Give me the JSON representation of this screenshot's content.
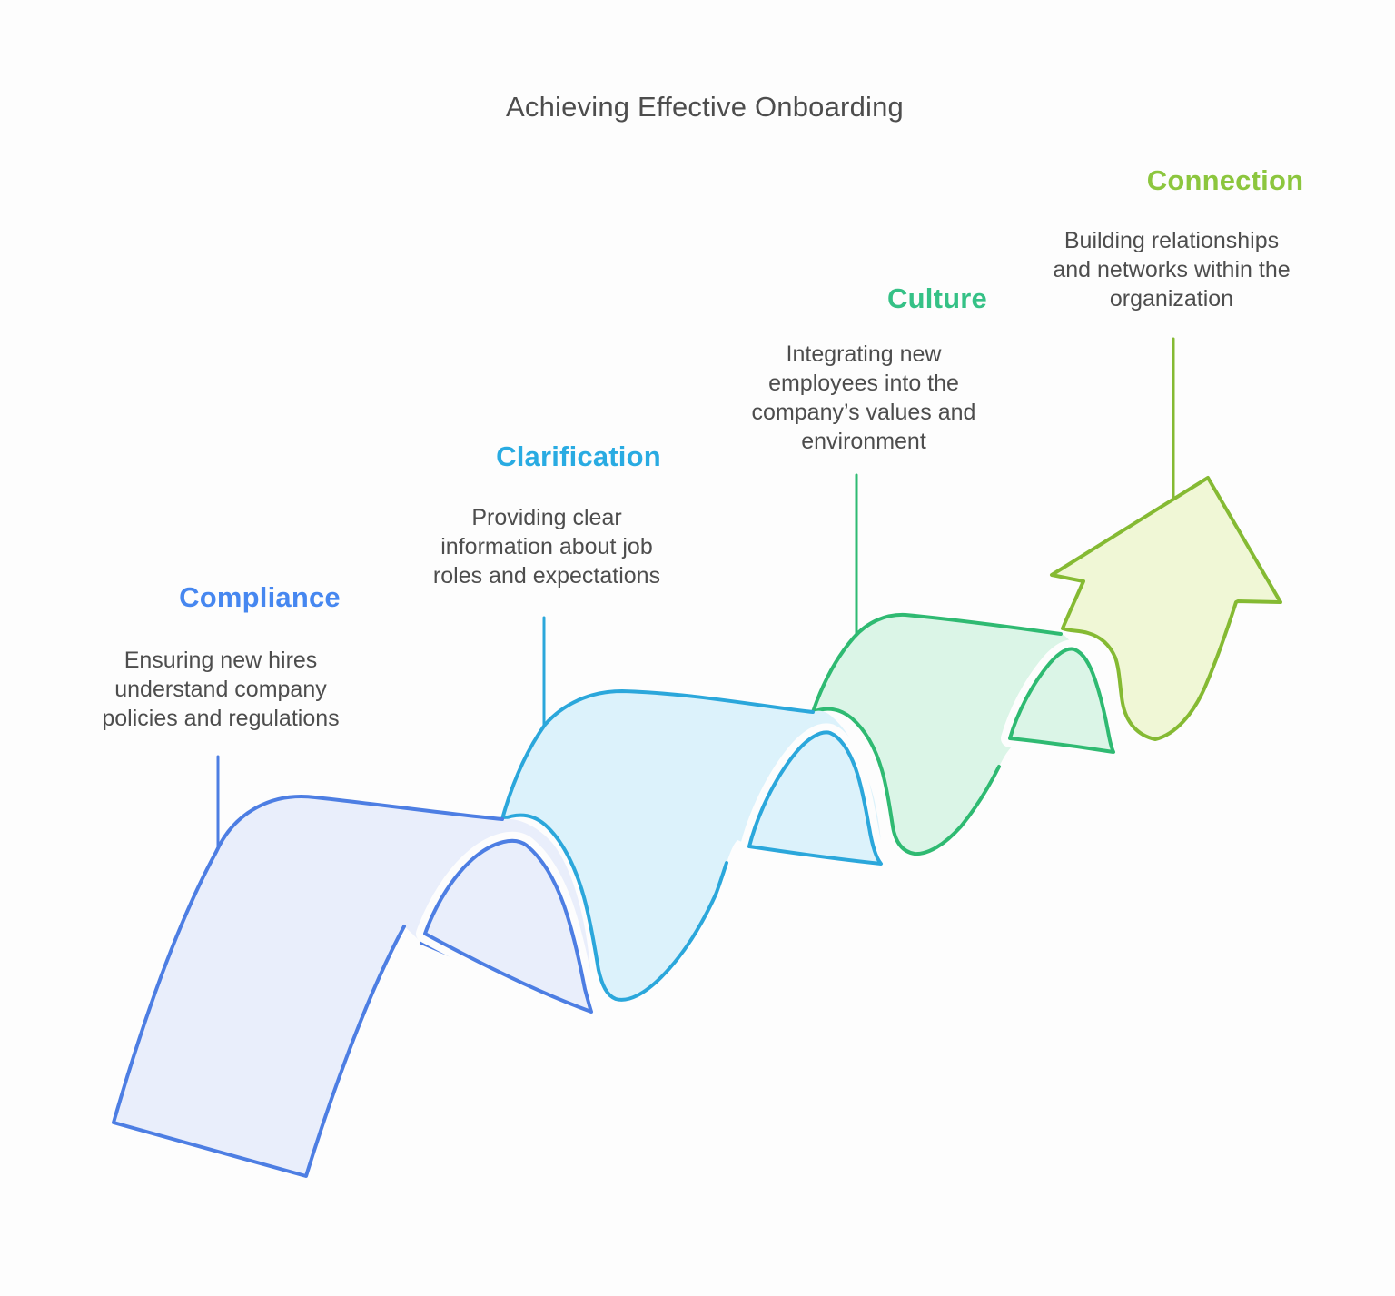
{
  "title": "Achieving Effective Onboarding",
  "title_color": "#4d4d4d",
  "background": "#fdfdfd",
  "description_color": "#4d4d4d",
  "stages": [
    {
      "name": "Compliance",
      "label_color": "#4687f0",
      "stroke": "#4d7ee3",
      "fill": "#e9eefb",
      "lines": [
        "Ensuring new hires",
        "understand company",
        "policies and regulations"
      ]
    },
    {
      "name": "Clarification",
      "label_color": "#29abe2",
      "stroke": "#2ba7db",
      "fill": "#dcf2fb",
      "lines": [
        "Providing clear",
        "information about job",
        "roles and expectations"
      ]
    },
    {
      "name": "Culture",
      "label_color": "#35c186",
      "stroke": "#2fba72",
      "fill": "#dbf5e7",
      "lines": [
        "Integrating new",
        "employees into the",
        "company’s values and",
        "environment"
      ]
    },
    {
      "name": "Connection",
      "label_color": "#8cc63e",
      "stroke": "#85ba33",
      "fill": "#f0f7d6",
      "lines": [
        "Building relationships",
        "and networks within the",
        "organization"
      ]
    }
  ]
}
